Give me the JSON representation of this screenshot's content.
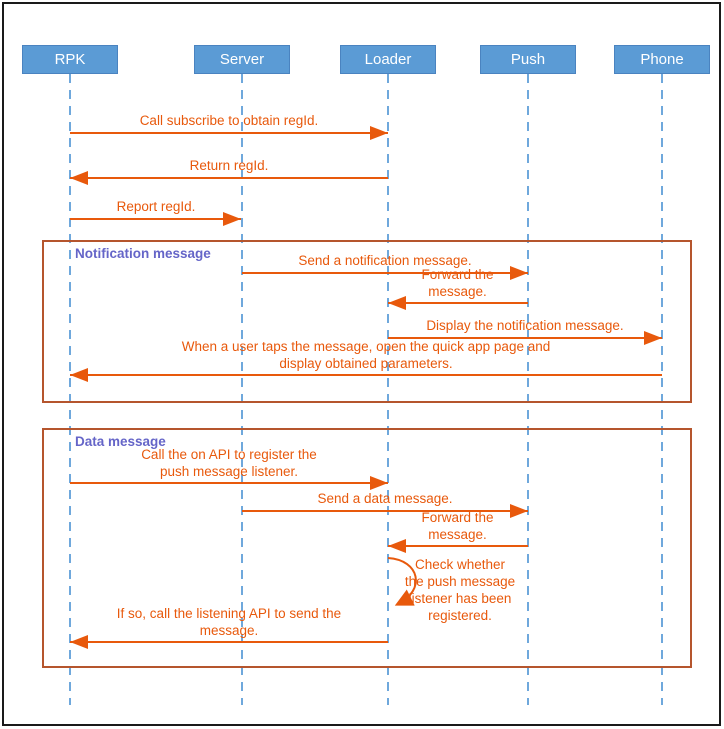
{
  "actors": [
    {
      "name": "RPK"
    },
    {
      "name": "Server"
    },
    {
      "name": "Loader"
    },
    {
      "name": "Push"
    },
    {
      "name": "Phone"
    }
  ],
  "frames": [
    {
      "title": "Notification message"
    },
    {
      "title": "Data message"
    }
  ],
  "messages": [
    {
      "label": "Call subscribe to obtain regId.",
      "from": "RPK",
      "to": "Loader"
    },
    {
      "label": "Return regId.",
      "from": "Loader",
      "to": "RPK"
    },
    {
      "label": "Report regId.",
      "from": "RPK",
      "to": "Server"
    },
    {
      "label": "Send a notification message.",
      "from": "Server",
      "to": "Push"
    },
    {
      "label": "Forward the message.",
      "from": "Push",
      "to": "Loader"
    },
    {
      "label": "Display the notification message.",
      "from": "Loader",
      "to": "Phone"
    },
    {
      "label": "When a user taps the message, open the quick app page and display obtained parameters.",
      "from": "Phone",
      "to": "RPK"
    },
    {
      "label": "Call the on API to register the push message listener.",
      "from": "RPK",
      "to": "Loader"
    },
    {
      "label": "Send a data message.",
      "from": "Server",
      "to": "Push"
    },
    {
      "label": "Forward the message.",
      "from": "Push",
      "to": "Loader"
    },
    {
      "label": "Check whether the push message listener has been registered.",
      "from": "Loader",
      "to": "Loader"
    },
    {
      "label": "If so, call the listening API to send the message.",
      "from": "Loader",
      "to": "RPK"
    }
  ],
  "colors": {
    "actor_fill": "#5B9BD5",
    "lifeline": "#6FA8DC",
    "message": "#E8590C",
    "frame_border": "#B5552D",
    "frame_title": "#6565C8"
  }
}
